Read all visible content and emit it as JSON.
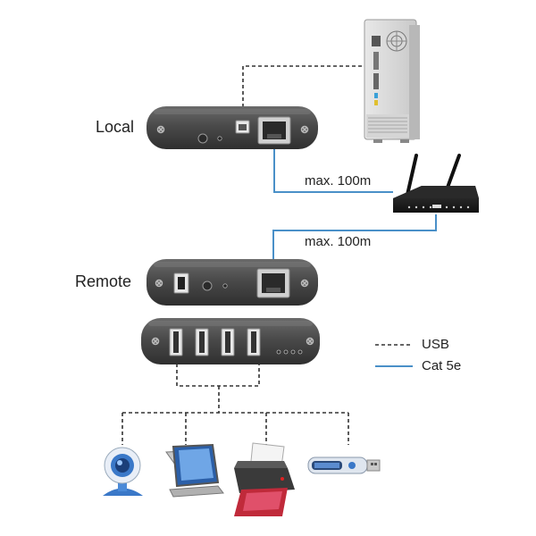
{
  "labels": {
    "local": "Local",
    "remote": "Remote",
    "max_distance_1": "max. 100m",
    "max_distance_2": "max. 100m"
  },
  "legend": {
    "usb": "USB",
    "cat5e": "Cat 5e"
  },
  "colors": {
    "usb_line": "#333333",
    "cat5e_line": "#4a90c8",
    "device_body": "#4a4a4a"
  },
  "icons": [
    "desktop-pc-icon",
    "router-icon",
    "webcam-icon",
    "monitor-icon",
    "printer-icon",
    "usb-flash-drive-icon"
  ]
}
